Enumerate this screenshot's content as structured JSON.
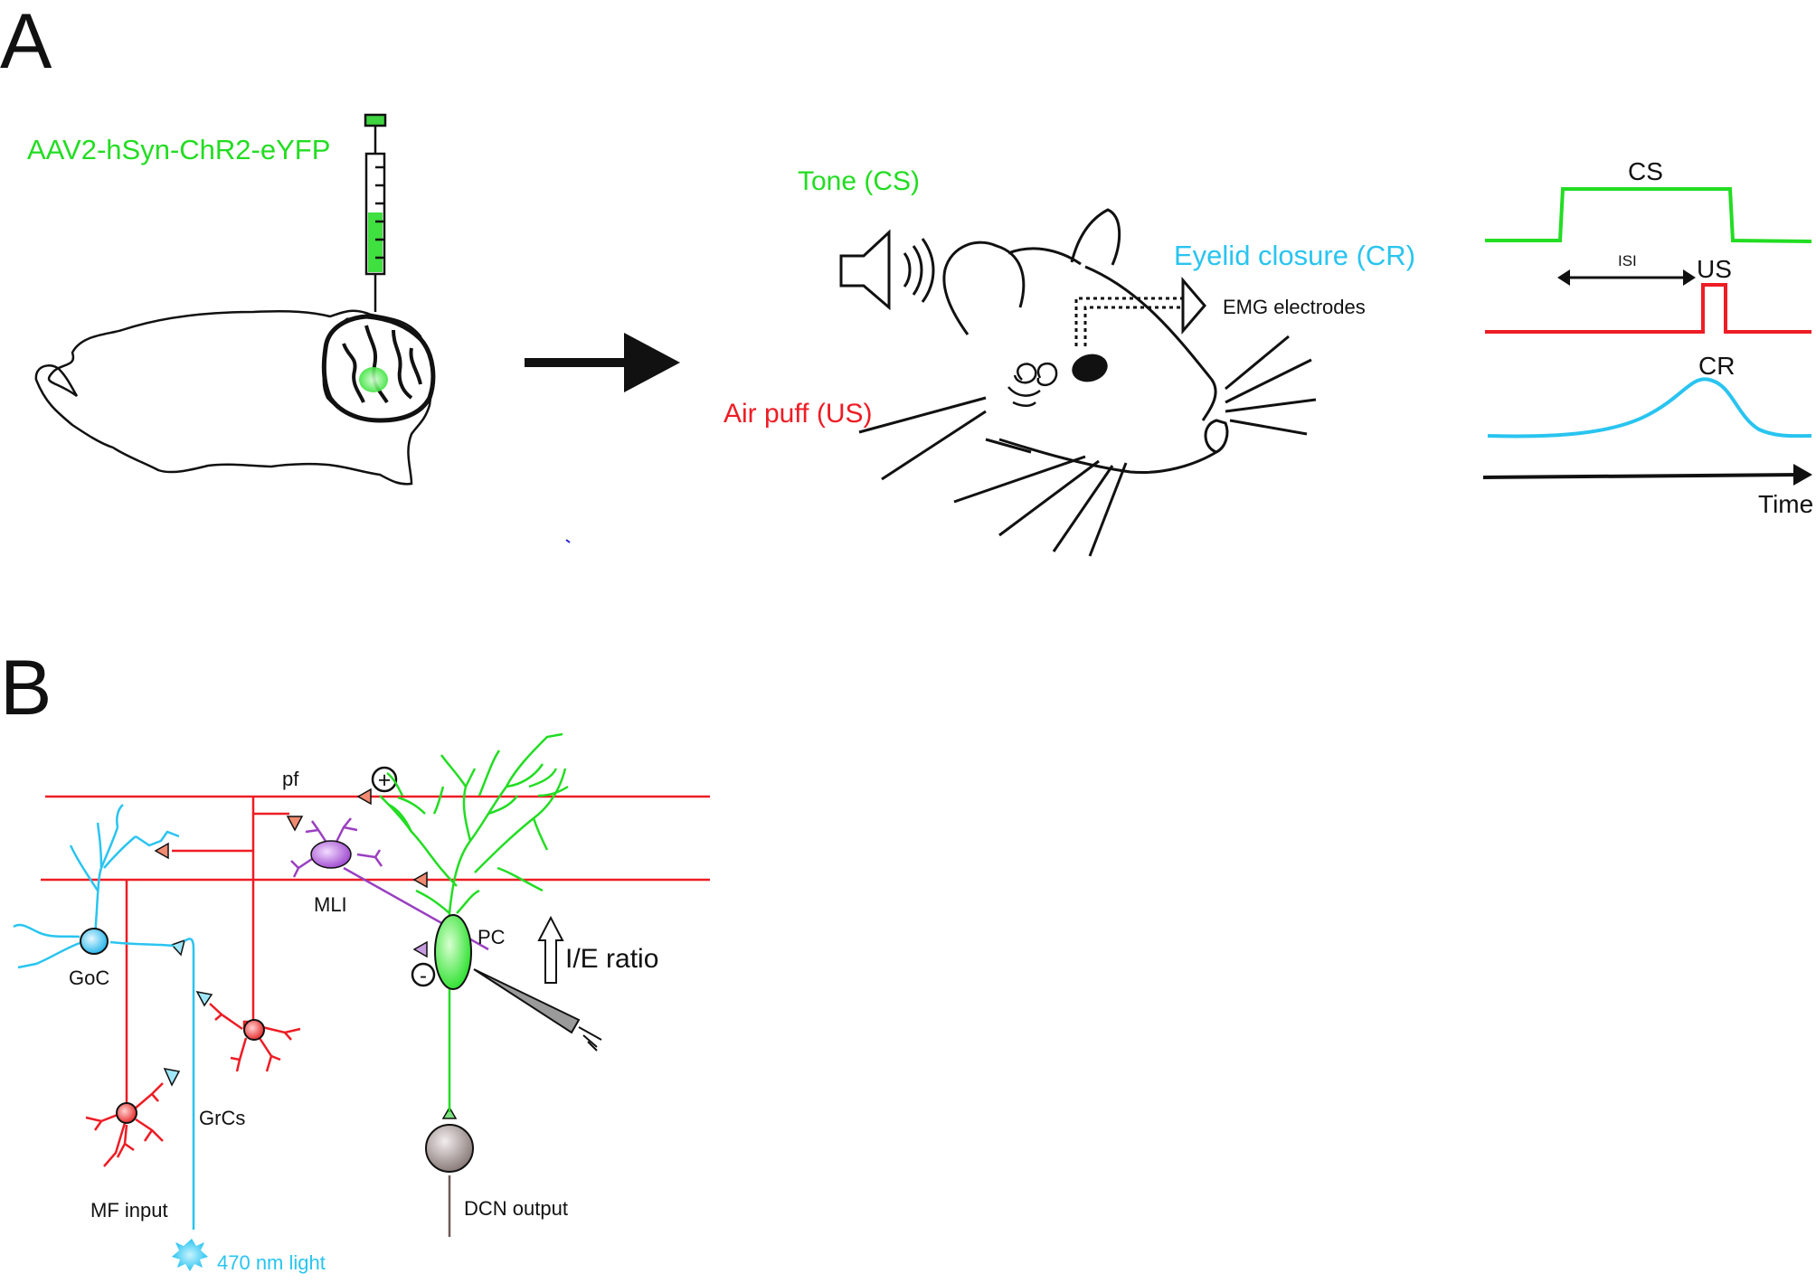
{
  "panel_a": {
    "letter": "A",
    "virus_label": "AAV2-hSyn-ChR2-eYFP",
    "tone_label": "Tone (CS)",
    "airpuff_label": "Air puff (US)",
    "eyelid_label": "Eyelid closure (CR)",
    "emg_label": "EMG electrodes",
    "timing": {
      "cs": "CS",
      "isi": "ISI",
      "us": "US",
      "cr": "CR",
      "time": "Time"
    }
  },
  "panel_b": {
    "letter": "B",
    "pf": "pf",
    "plus": "+",
    "minus": "-",
    "mli": "MLI",
    "pc": "PC",
    "ie_ratio": "I/E ratio",
    "goc": "GoC",
    "grcs": "GrCs",
    "mf_input": "MF input",
    "dcn_output": "DCN output",
    "light": "470 nm light"
  },
  "colors": {
    "green": "#22dd22",
    "red": "#ee1c24",
    "cyan": "#29c4f0",
    "purple": "#9a3fc0",
    "black": "#111111"
  }
}
